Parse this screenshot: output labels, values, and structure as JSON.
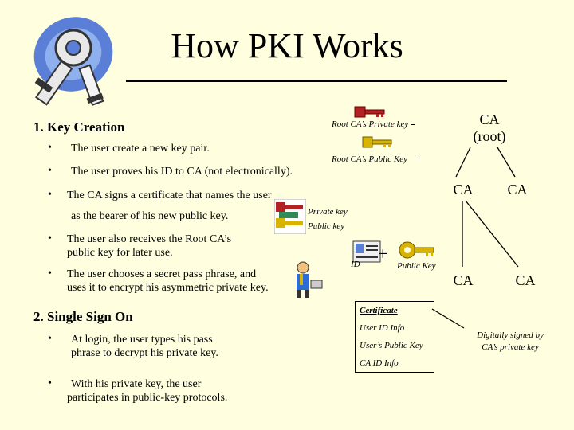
{
  "title": "How PKI Works",
  "key_creation": {
    "heading": "1. Key Creation",
    "bullets": [
      "The user create a new key pair.",
      "The user proves his ID to CA (not electronically).",
      "The CA signs a certificate that names the user",
      "as the bearer of his new public key.",
      "The user also receives the Root CA’s",
      "public key for later use.",
      "The user chooses a secret pass phrase, and",
      "uses it to encrypt his asymmetric private key."
    ]
  },
  "single_sign_on": {
    "heading": "2. Single Sign On",
    "bullets": [
      "At login, the user types his pass",
      "phrase to decrypt his private key.",
      "With his private key, the user",
      "participates in public-key protocols."
    ]
  },
  "diagram": {
    "root_private_key": "Root CA’s Private key",
    "root_public_key": "Root CA’s Public Key",
    "ca_root_line1": "CA",
    "ca_root_line2": "(root)",
    "ca_nodes": [
      "CA",
      "CA",
      "CA",
      "CA"
    ],
    "private_key": "Private key",
    "public_key": "Public key",
    "id_label": "ID",
    "plus": "+",
    "public_key2": "Public Key",
    "certificate": {
      "title": "Certificate",
      "lines": [
        "User ID Info",
        "User’s Public Key",
        "CA ID Info"
      ]
    },
    "signed_note": [
      "Digitally signed by",
      "CA’s private key"
    ]
  },
  "colors": {
    "background": "#ffffe0",
    "key_red": "#b22222",
    "key_gold": "#d8b400",
    "clip_art_blue": "#5b7fd6"
  },
  "icons": [
    "pki-keys-clipart-icon",
    "red-key-icon",
    "gold-key-icon",
    "key-pair-icon",
    "id-card-icon",
    "gold-key-icon",
    "user-at-computer-icon"
  ]
}
